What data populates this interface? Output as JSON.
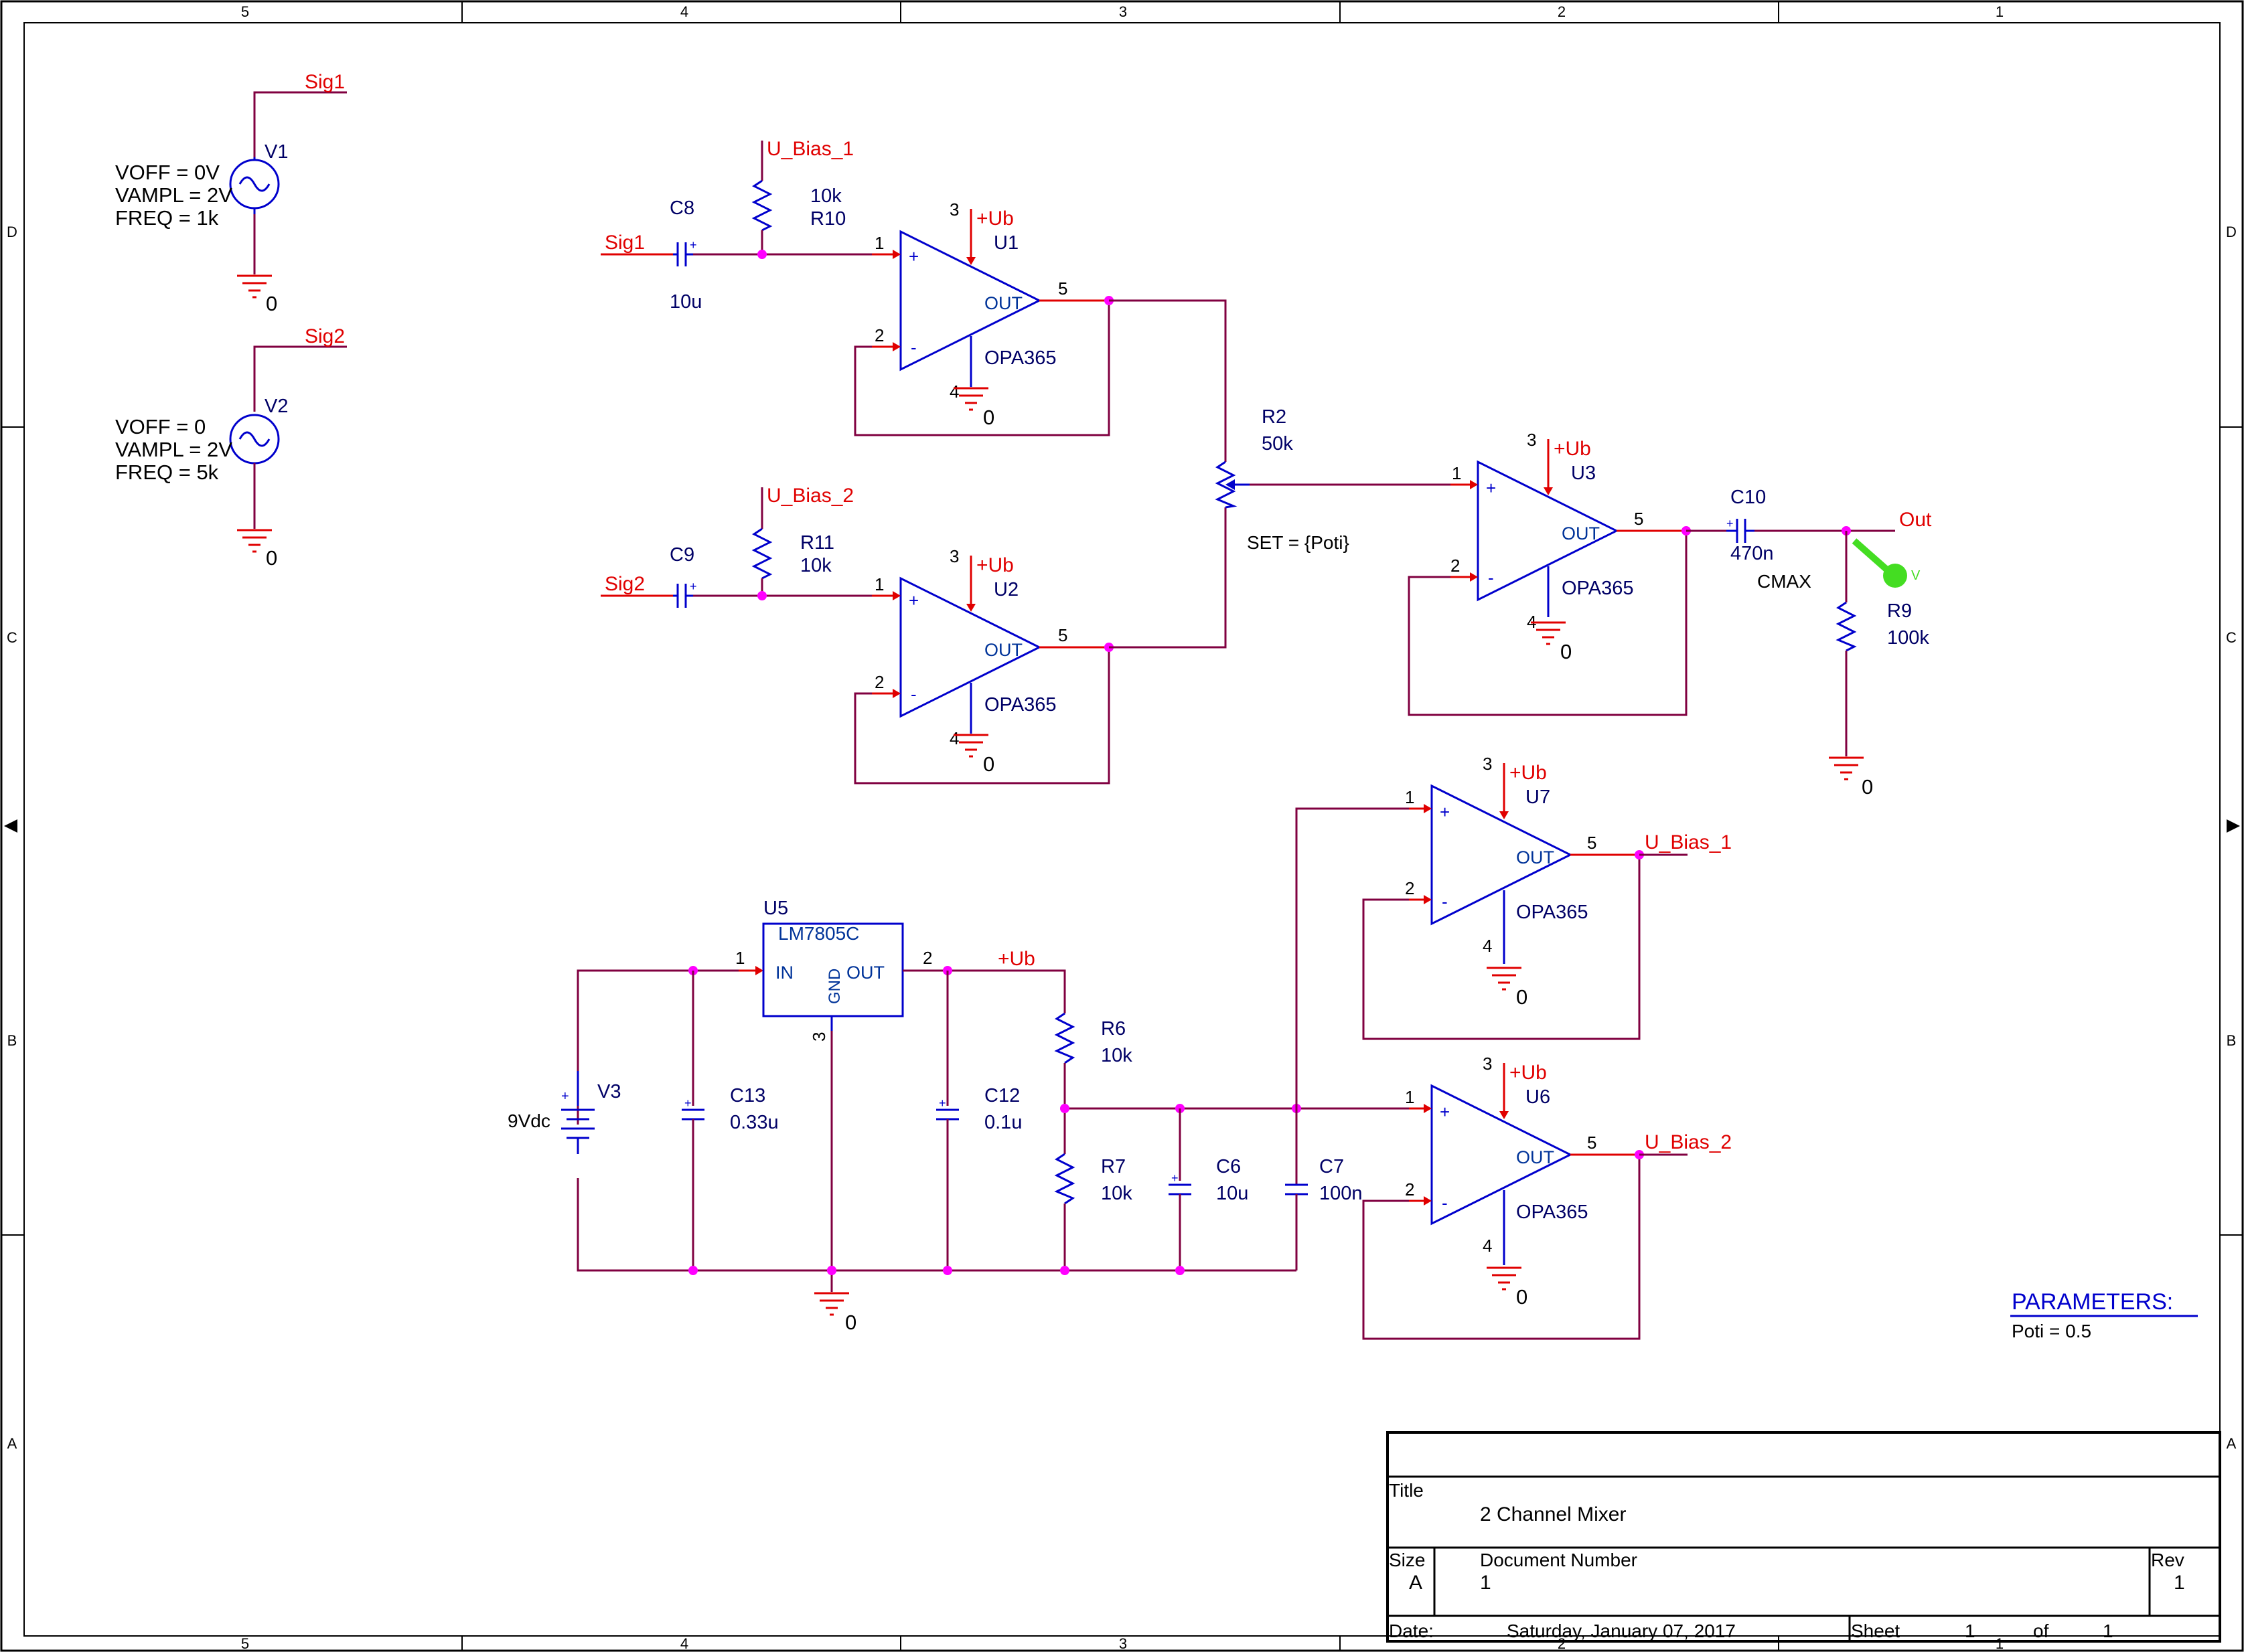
{
  "frame": {
    "columns": [
      "5",
      "4",
      "3",
      "2",
      "1"
    ],
    "rows": [
      "D",
      "C",
      "B",
      "A"
    ]
  },
  "sources": {
    "v1": {
      "ref": "V1",
      "net": "Sig1",
      "params": [
        "VOFF = 0V",
        "VAMPL = 2V",
        "FREQ = 1k"
      ],
      "gnd": "0"
    },
    "v2": {
      "ref": "V2",
      "net": "Sig2",
      "params": [
        "VOFF = 0",
        "VAMPL = 2V",
        "FREQ = 5k"
      ],
      "gnd": "0"
    }
  },
  "ch1": {
    "sig": "Sig1",
    "bias": "U_Bias_1",
    "cap_ref": "C8",
    "cap_val": "10u",
    "res_val": "10k",
    "res_ref": "R10",
    "opamp": "U1",
    "model": "OPA365",
    "supply": "+Ub",
    "gnd": "0",
    "out_pin": "OUT",
    "pins": {
      "p1": "1",
      "p2": "2",
      "p3": "3",
      "p4": "4",
      "p5": "5"
    }
  },
  "ch2": {
    "sig": "Sig2",
    "bias": "U_Bias_2",
    "cap_ref": "C9",
    "res_ref": "R11",
    "res_val": "10k",
    "opamp": "U2",
    "model": "OPA365",
    "supply": "+Ub",
    "gnd": "0",
    "out_pin": "OUT",
    "pins": {
      "p1": "1",
      "p2": "2",
      "p3": "3",
      "p4": "4",
      "p5": "5"
    }
  },
  "mixer": {
    "pot_ref": "R2",
    "pot_val": "50k",
    "pot_set": "SET = {Poti}",
    "opamp": "U3",
    "model": "OPA365",
    "supply": "+Ub",
    "gnd": "0",
    "out_pin": "OUT",
    "pins": {
      "p1": "1",
      "p2": "2",
      "p3": "3",
      "p4": "4",
      "p5": "5"
    },
    "cout_ref": "C10",
    "cout_val": "470n",
    "cout_extra": "CMAX",
    "rload_ref": "R9",
    "rload_val": "100k",
    "out_net": "Out",
    "probe": "V",
    "gnd_out": "0"
  },
  "supply": {
    "reg_ref": "U5",
    "reg_model": "LM7805C",
    "reg_in": "IN",
    "reg_out": "OUT",
    "reg_gnd": "GND",
    "reg_pins": {
      "p1": "1",
      "p2": "2",
      "p3": "3"
    },
    "bat_ref": "V3",
    "bat_val": "9Vdc",
    "c13_ref": "C13",
    "c13_val": "0.33u",
    "c12_ref": "C12",
    "c12_val": "0.1u",
    "rail": "+Ub",
    "r6_ref": "R6",
    "r6_val": "10k",
    "r7_ref": "R7",
    "r7_val": "10k",
    "c6_ref": "C6",
    "c6_val": "10u",
    "c7_ref": "C7",
    "c7_val": "100n",
    "gnd": "0"
  },
  "buf7": {
    "opamp": "U7",
    "model": "OPA365",
    "supply": "+Ub",
    "gnd": "0",
    "net": "U_Bias_1",
    "out_pin": "OUT",
    "pins": {
      "p1": "1",
      "p2": "2",
      "p3": "3",
      "p4": "4",
      "p5": "5"
    }
  },
  "buf6": {
    "opamp": "U6",
    "model": "OPA365",
    "supply": "+Ub",
    "gnd": "0",
    "net": "U_Bias_2",
    "out_pin": "OUT",
    "pins": {
      "p1": "1",
      "p2": "2",
      "p3": "3",
      "p4": "4",
      "p5": "5"
    }
  },
  "parameters": {
    "heading": "PARAMETERS:",
    "value": "Poti = 0.5"
  },
  "title_block": {
    "title_label": "Title",
    "title": "2 Channel Mixer",
    "size_label": "Size",
    "size": "A",
    "doc_label": "Document  Number",
    "doc": "1",
    "rev_label": "Rev",
    "rev": "1",
    "date_label": "Date:",
    "date": "Saturday, January 07, 2017",
    "sheet_label": "Sheet",
    "sheet": "1",
    "of_label": "of",
    "sheets": "1"
  },
  "colors": {
    "wire": "#800040",
    "component": "#0000cc",
    "net_label": "#e00000",
    "junction": "#ff00ff",
    "probe": "#44dd22"
  }
}
